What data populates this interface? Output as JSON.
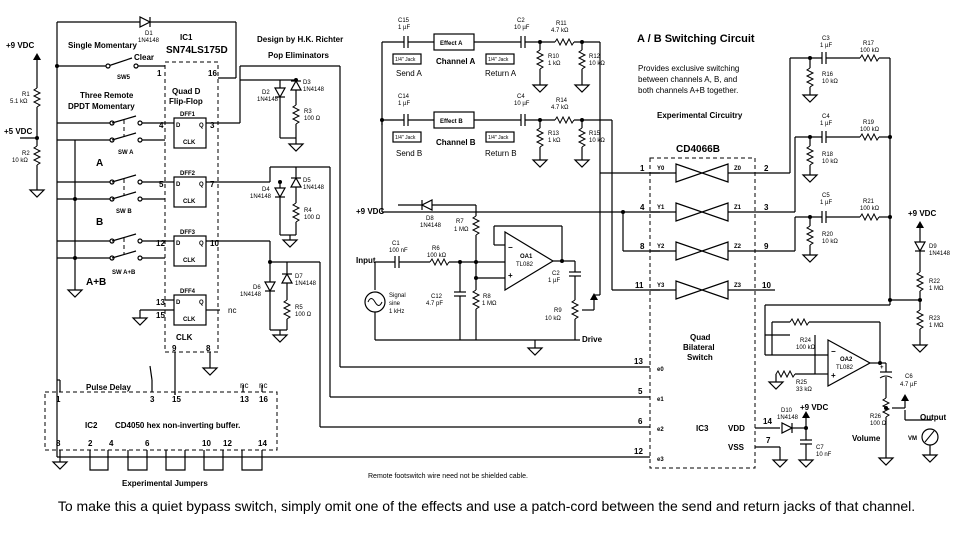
{
  "title": "A / B Switching Circuit",
  "designer": "Design by H.K. Richter",
  "description": [
    "Provides exclusive switching",
    "between channels A, B, and",
    "both channels A+B together."
  ],
  "experimental": "Experimental Circuitry",
  "footnote": "Remote footswitch wire need not be shielded cable.",
  "caption": "To make this a quiet bypass switch, simply omit one of the effects and use a patch-cord between the send and return jacks of that channel.",
  "power": {
    "plus9": "+9 VDC",
    "plus5": "+5 VDC"
  },
  "ic1": {
    "name": "IC1",
    "part": "SN74LS175D",
    "desc1": "Quad D",
    "desc2": "Flip-Flop",
    "clk": "CLK",
    "ffs": [
      "DFF1",
      "DFF2",
      "DFF3",
      "DFF4"
    ],
    "clr": "Clear",
    "nc": "nc"
  },
  "ic2": {
    "name": "IC2",
    "desc": "CD4050 hex non-inverting buffer.",
    "pulse": "Pulse Delay",
    "jumpers": "Experimental Jumpers"
  },
  "ic3": {
    "name": "IC3",
    "part": "CD4066B",
    "desc1": "Quad",
    "desc2": "Bilateral",
    "desc3": "Switch",
    "vdd": "VDD",
    "vss": "VSS"
  },
  "switches": {
    "single": "Single Momentary",
    "remote1": "Three Remote",
    "remote2": "DPDT Momentary",
    "sw5": "SW5",
    "swa": "SW A",
    "swb": "SW B",
    "swab": "SW A+B",
    "a": "A",
    "b": "B",
    "ab": "A+B"
  },
  "pop": "Pop Eliminators",
  "channels": {
    "a": "Channel A",
    "b": "Channel B",
    "effect_a": "Effect A",
    "effect_b": "Effect B",
    "jack": "1/4\" Jack",
    "send_a": "Send A",
    "ret_a": "Return A",
    "send_b": "Send B",
    "ret_b": "Return B"
  },
  "opamps": {
    "oa1": "OA1",
    "oa2": "OA2",
    "part": "TL082"
  },
  "labels": {
    "input": "Input",
    "drive": "Drive",
    "volume": "Volume",
    "output": "Output",
    "signal1": "Signal",
    "signal2": "sine",
    "signal3": "1 kHz",
    "vm": "VM"
  },
  "switch_pins": [
    "Y0",
    "Y1",
    "Y2",
    "Y3",
    "Z0",
    "Z1",
    "Z2",
    "Z3",
    "e0",
    "e1",
    "e2",
    "e3"
  ],
  "components": {
    "D1": [
      "D1",
      "1N4148"
    ],
    "R1": [
      "R1",
      "5.1 kΩ"
    ],
    "R2": [
      "R2",
      "10 kΩ"
    ],
    "D2": [
      "D2",
      "1N4148"
    ],
    "D3": [
      "D3",
      "1N4148"
    ],
    "R3": [
      "R3",
      "100 Ω"
    ],
    "D4": [
      "D4",
      "1N4148"
    ],
    "D5": [
      "D5",
      "1N4148"
    ],
    "R4": [
      "R4",
      "100 Ω"
    ],
    "D6": [
      "D6",
      "1N4148"
    ],
    "D7": [
      "D7",
      "1N4148"
    ],
    "R5": [
      "R5",
      "100 Ω"
    ],
    "C15": [
      "C15",
      "1 µF"
    ],
    "C2": [
      "C2",
      "10 µF"
    ],
    "R11": [
      "R11",
      "4.7 kΩ"
    ],
    "R10": [
      "R10",
      "1 kΩ"
    ],
    "R12": [
      "R12",
      "10 kΩ"
    ],
    "C14": [
      "C14",
      "1 µF"
    ],
    "C4": [
      "C4",
      "10 µF"
    ],
    "R14": [
      "R14",
      "4.7 kΩ"
    ],
    "R13": [
      "R13",
      "1 kΩ"
    ],
    "R15": [
      "R15",
      "10 kΩ"
    ],
    "D8": [
      "D8",
      "1N4148"
    ],
    "R7": [
      "R7",
      "1 MΩ"
    ],
    "C1": [
      "C1",
      "100 nF"
    ],
    "R6": [
      "R6",
      "100 kΩ"
    ],
    "C12": [
      "C12",
      "4.7 pF"
    ],
    "R8": [
      "R8",
      "1 MΩ"
    ],
    "C2b": [
      "C2",
      "1 µF"
    ],
    "R9": [
      "R9",
      "10 kΩ"
    ],
    "C3": [
      "C3",
      "1 µF"
    ],
    "R17": [
      "R17",
      "100 kΩ"
    ],
    "R16": [
      "R16",
      "10 kΩ"
    ],
    "C4b": [
      "C4",
      "1 µF"
    ],
    "R19": [
      "R19",
      "100 kΩ"
    ],
    "R18": [
      "R18",
      "10 kΩ"
    ],
    "C5": [
      "C5",
      "1 µF"
    ],
    "R21": [
      "R21",
      "100 kΩ"
    ],
    "R20": [
      "R20",
      "10 kΩ"
    ],
    "D9": [
      "D9",
      "1N4148"
    ],
    "R22": [
      "R22",
      "1 MΩ"
    ],
    "R23": [
      "R23",
      "1 MΩ"
    ],
    "R24": [
      "R24",
      "100 kΩ"
    ],
    "R25": [
      "R25",
      "33 kΩ"
    ],
    "C6": [
      "C6",
      "4.7 µF"
    ],
    "R26": [
      "R26",
      "100 Ω"
    ],
    "D10": [
      "D10",
      "1N4148"
    ],
    "C7": [
      "C7",
      "10 nF"
    ]
  },
  "pins": {
    "ic1": [
      "1",
      "16",
      "4",
      "3",
      "5",
      "7",
      "12",
      "10",
      "13",
      "15",
      "9",
      "8"
    ],
    "ic2": [
      "1",
      "3",
      "15",
      "13",
      "16",
      "8",
      "2",
      "4",
      "6",
      "10",
      "12",
      "14",
      "nc",
      "nc"
    ],
    "ic3": [
      "1",
      "4",
      "8",
      "11",
      "2",
      "3",
      "9",
      "10",
      "13",
      "5",
      "6",
      "12",
      "14",
      "7"
    ]
  }
}
